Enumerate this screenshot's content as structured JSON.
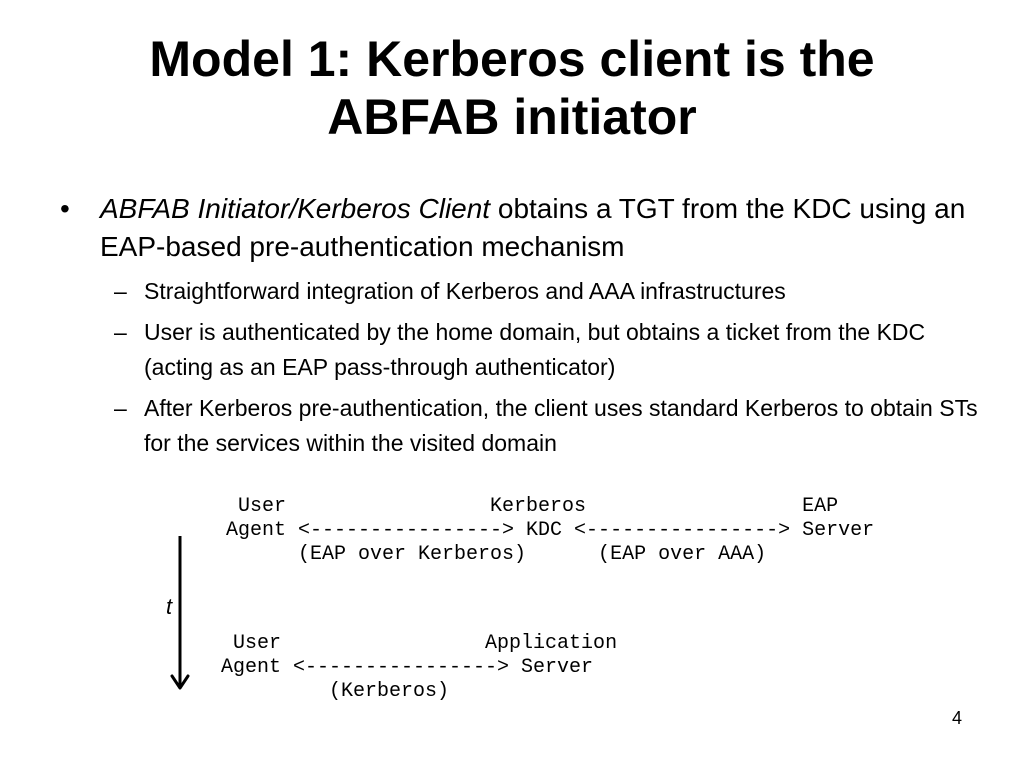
{
  "slide": {
    "title_line1": "Model 1: Kerberos client is the",
    "title_line2": "ABFAB initiator",
    "bullet": {
      "marker": "•",
      "italic_lead": "ABFAB Initiator/Kerberos Client",
      "rest": " obtains a TGT from the KDC using an EAP-based pre-authentication mechanism"
    },
    "sub_bullets": [
      {
        "marker": "–",
        "text": "Straightforward integration of Kerberos and AAA infrastructures"
      },
      {
        "marker": "–",
        "text": "User is authenticated by the home domain, but obtains a ticket from the KDC (acting as an EAP pass-through authenticator)"
      },
      {
        "marker": "–",
        "text": "After Kerberos pre-authentication, the client uses standard Kerberos to obtain STs for the services within the visited domain"
      }
    ],
    "diagram_top": {
      "line1": " User                 Kerberos                  EAP",
      "line2": "Agent <----------------> KDC <----------------> Server",
      "line3": "      (EAP over Kerberos)      (EAP over AAA)"
    },
    "time_label": "t",
    "diagram_bottom": {
      "line1": " User                 Application",
      "line2": "Agent <----------------> Server",
      "line3": "         (Kerberos)"
    },
    "page_number": "4"
  }
}
